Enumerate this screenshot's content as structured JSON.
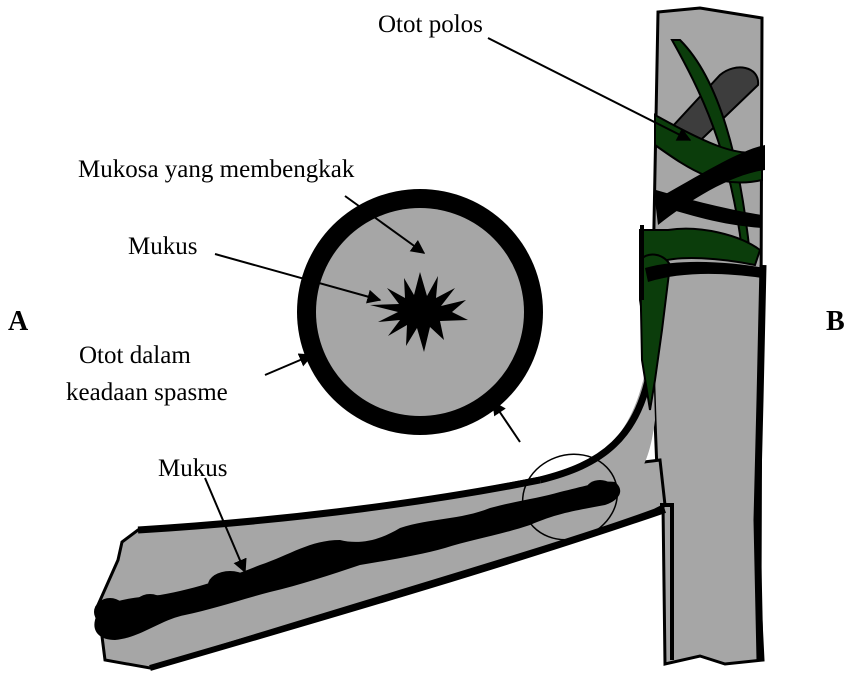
{
  "panel_labels": {
    "left": "A",
    "right": "B"
  },
  "labels": {
    "smooth_muscle": "Otot polos",
    "swollen_mucosa": "Mukosa yang membengkak",
    "mucus_cross_section": "Mukus",
    "spasm_line1": "Otot dalam",
    "spasm_line2": "keadaan spasme",
    "mucus_airway": "Mukus"
  },
  "colors": {
    "airway_fill": "#a6a6a6",
    "outline": "#000000",
    "muscle_band": "#0b3d0b",
    "dark_gray": "#3d3d3d",
    "mucus": "#000000"
  }
}
